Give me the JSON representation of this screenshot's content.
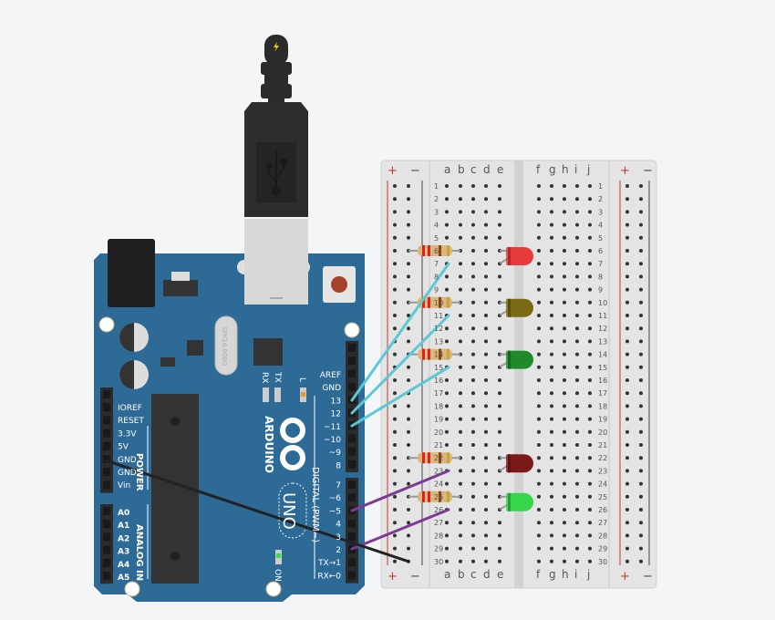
{
  "canvas": {
    "background": "#f4f5f7"
  },
  "arduino": {
    "brand": "ARDUINO",
    "model": "UNO",
    "crystal": "SPK16.000G",
    "rx_label": "RX",
    "tx_label": "TX",
    "l_label": "L",
    "on_label": "ON",
    "power_section": "POWER",
    "analog_section": "ANALOG IN",
    "digital_section": "DIGITAL (PWM~)",
    "power_labels": [
      "IOREF",
      "RESET",
      "3.3V",
      "5V",
      "GND",
      "GND",
      "Vin"
    ],
    "analog_labels": [
      "A0",
      "A1",
      "A2",
      "A3",
      "A4",
      "A5"
    ],
    "digital_top_labels": [
      "AREF",
      "GND",
      "13",
      "12",
      "~11",
      "~10",
      "~9",
      "8"
    ],
    "digital_bottom_labels": [
      "7",
      "~6",
      "~5",
      "4",
      "3",
      "2",
      "TX→1",
      "RX←0"
    ],
    "colors": {
      "board": "#2e6a96",
      "header": "#2b2b2b"
    }
  },
  "usb_cable": {
    "icon": "usb-icon",
    "power_icon": "lightning-icon"
  },
  "breadboard": {
    "plus": "+",
    "minus": "−",
    "left_columns": [
      "a",
      "b",
      "c",
      "d",
      "e"
    ],
    "right_columns": [
      "f",
      "g",
      "h",
      "i",
      "j"
    ],
    "rows": [
      "1",
      "2",
      "3",
      "4",
      "5",
      "6",
      "7",
      "8",
      "9",
      "10",
      "11",
      "12",
      "13",
      "14",
      "15",
      "16",
      "17",
      "18",
      "19",
      "20",
      "21",
      "22",
      "23",
      "24",
      "25",
      "26",
      "27",
      "28",
      "29",
      "30"
    ]
  },
  "components": {
    "resistor_rows": [
      6,
      10,
      14,
      22,
      25
    ],
    "leds": [
      {
        "row": 6,
        "color": "#e83b3b"
      },
      {
        "row": 10,
        "color": "#7a6a12"
      },
      {
        "row": 14,
        "color": "#1f8a2a"
      },
      {
        "row": 22,
        "color": "#7a1a1a"
      },
      {
        "row": 25,
        "color": "#35d64a"
      }
    ],
    "wires": [
      {
        "from": "13",
        "to_row": 7,
        "color": "#5bc8d4"
      },
      {
        "from": "12",
        "to_row": 11,
        "color": "#5bc8d4"
      },
      {
        "from": "~11",
        "to_row": 15,
        "color": "#5bc8d4"
      },
      {
        "from": "~5",
        "to_row": 23,
        "color": "#7b3a96"
      },
      {
        "from": "2",
        "to_row": 26,
        "color": "#7b3a96"
      },
      {
        "from": "GND",
        "to_row": 30,
        "color": "#222222"
      }
    ]
  }
}
